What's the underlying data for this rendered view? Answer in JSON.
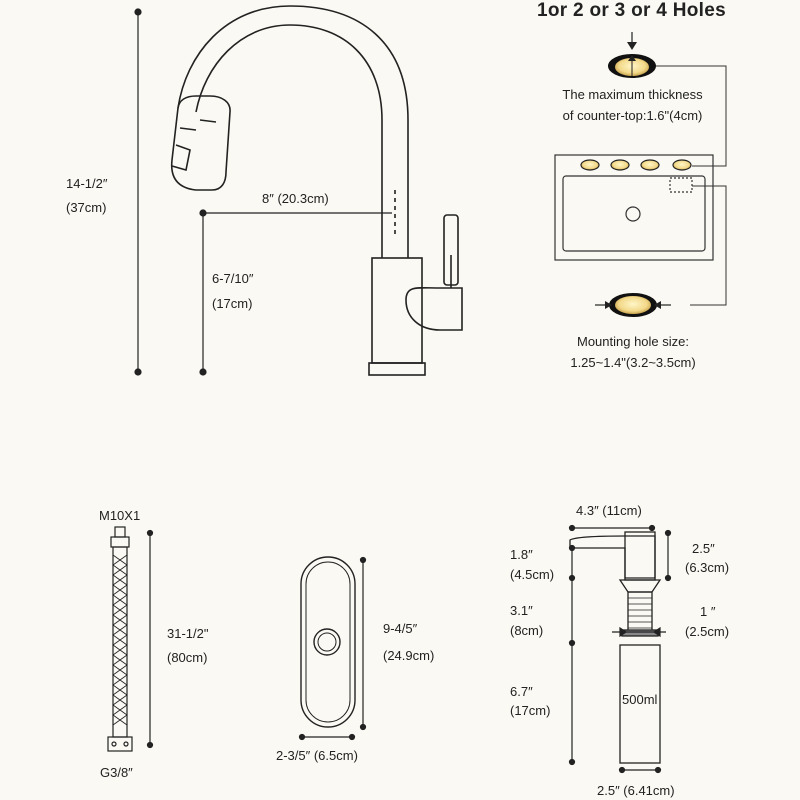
{
  "faucet": {
    "height_in": "14-1/2″",
    "height_cm": "(37cm)",
    "reach": "8″ (20.3cm)",
    "spout_height_in": "6-7/10″",
    "spout_height_cm": "(17cm)"
  },
  "holes": {
    "title": "1or 2 or 3 or 4 Holes",
    "thickness_line1": "The maximum thickness",
    "thickness_line2": "of counter-top:1.6\"(4cm)",
    "mount_line1": "Mounting hole size:",
    "mount_line2": "1.25~1.4\"(3.2~3.5cm)"
  },
  "hose": {
    "top_label": "M10X1",
    "bottom_label": "G3/8″",
    "length_in": "31-1/2\"",
    "length_cm": "(80cm)"
  },
  "deck_plate": {
    "height_in": "9-4/5″",
    "height_cm": "(24.9cm)",
    "width": "2-3/5″ (6.5cm)"
  },
  "soap_dispenser": {
    "width_top": "4.3″  (11cm)",
    "head_h_in": "1.8″",
    "head_h_cm": "(4.5cm)",
    "spout_h_in": "2.5″",
    "spout_h_cm": "(6.3cm)",
    "shank_h_in": "3.1″",
    "shank_h_cm": "(8cm)",
    "shank_d_in": "1 ″",
    "shank_d_cm": "(2.5cm)",
    "bottle_h_in": "6.7″",
    "bottle_h_cm": "(17cm)",
    "bottle_label": "500ml",
    "bottle_w": "2.5″  (6.41cm)"
  }
}
